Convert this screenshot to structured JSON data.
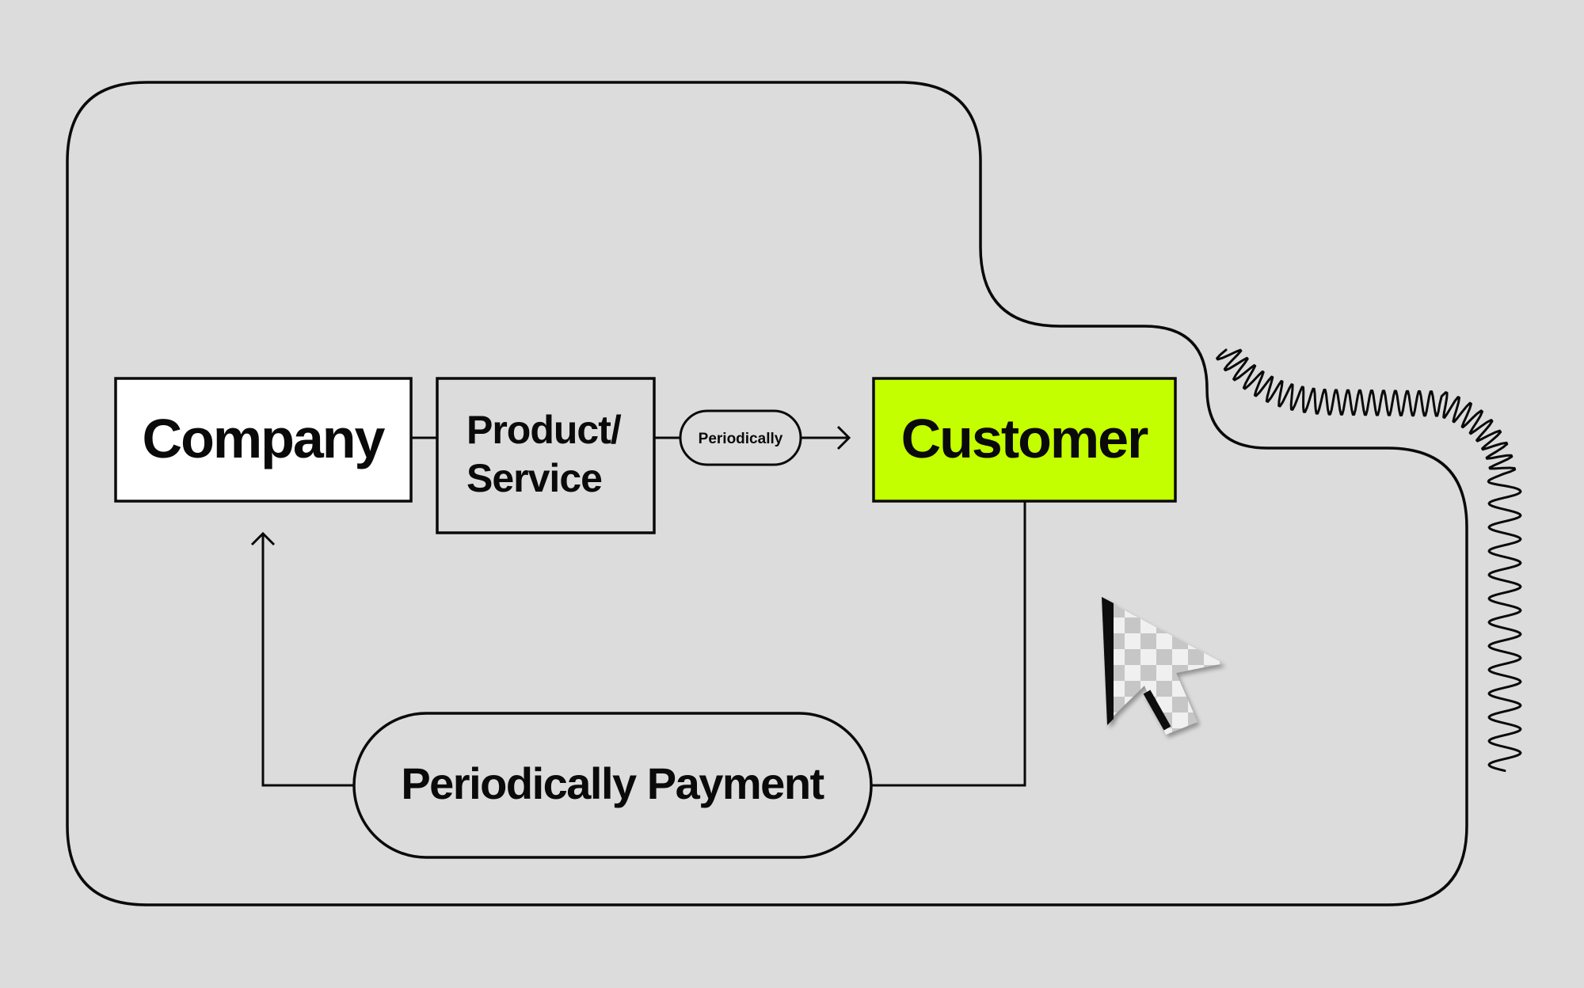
{
  "colors": {
    "background": "#dcdcdc",
    "ink": "#0a0a0a",
    "company_fill": "#ffffff",
    "customer_fill": "#c4ff00",
    "cursor_checker_light": "#f0f0f0",
    "cursor_checker_dark": "#c6c6c6"
  },
  "nodes": {
    "company": {
      "label": "Company"
    },
    "product": {
      "line1": "Product/",
      "line2": "Service"
    },
    "periodically_pill": {
      "label": "Periodically"
    },
    "customer": {
      "label": "Customer"
    },
    "payment_pill": {
      "label": "Periodically Payment"
    }
  },
  "decorations": {
    "cursor": "arrow-cursor-icon",
    "squiggle": "spring-coil-decoration"
  }
}
